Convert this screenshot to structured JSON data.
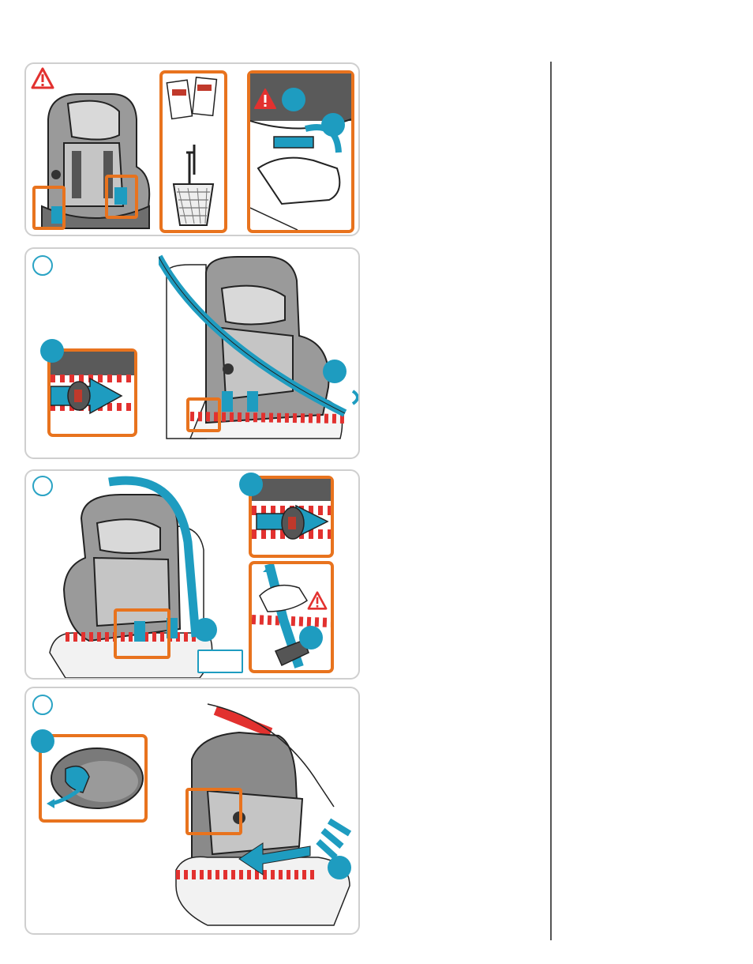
{
  "page": {
    "steps": [
      {
        "id": "step-0",
        "number": ""
      },
      {
        "id": "step-1",
        "number": ""
      },
      {
        "id": "step-2",
        "number": ""
      },
      {
        "id": "step-3",
        "number": ""
      }
    ]
  },
  "colors": {
    "accent_orange": "#e8731e",
    "accent_blue": "#1e9cc0",
    "warning_red": "#e2312f",
    "panel_border": "#cfcfcf",
    "seat_gray": "#8a8a8a"
  },
  "icons": [
    "warning-icon",
    "step-circle",
    "callout-badge",
    "arrow-icon"
  ]
}
